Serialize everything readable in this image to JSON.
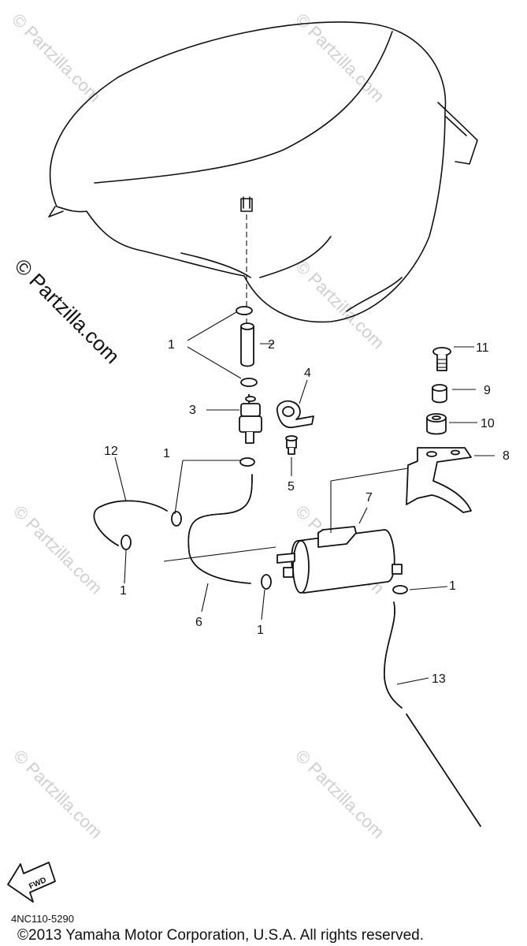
{
  "watermark": "© Partzilla.com",
  "side_watermark": "© Partzilla.com",
  "diagram_code": "4NC110-5290",
  "copyright": "©2013 Yamaha Motor Corporation, U.S.A. All rights reserved.",
  "fwd_label": "FWD",
  "callouts": {
    "p1a": "1",
    "p1b": "1",
    "p1c": "1",
    "p1d": "1",
    "p1e": "1",
    "p2": "2",
    "p3": "3",
    "p4": "4",
    "p5": "5",
    "p6": "6",
    "p7": "7",
    "p8": "8",
    "p9": "9",
    "p10": "10",
    "p11": "11",
    "p12": "12",
    "p13": "13"
  }
}
